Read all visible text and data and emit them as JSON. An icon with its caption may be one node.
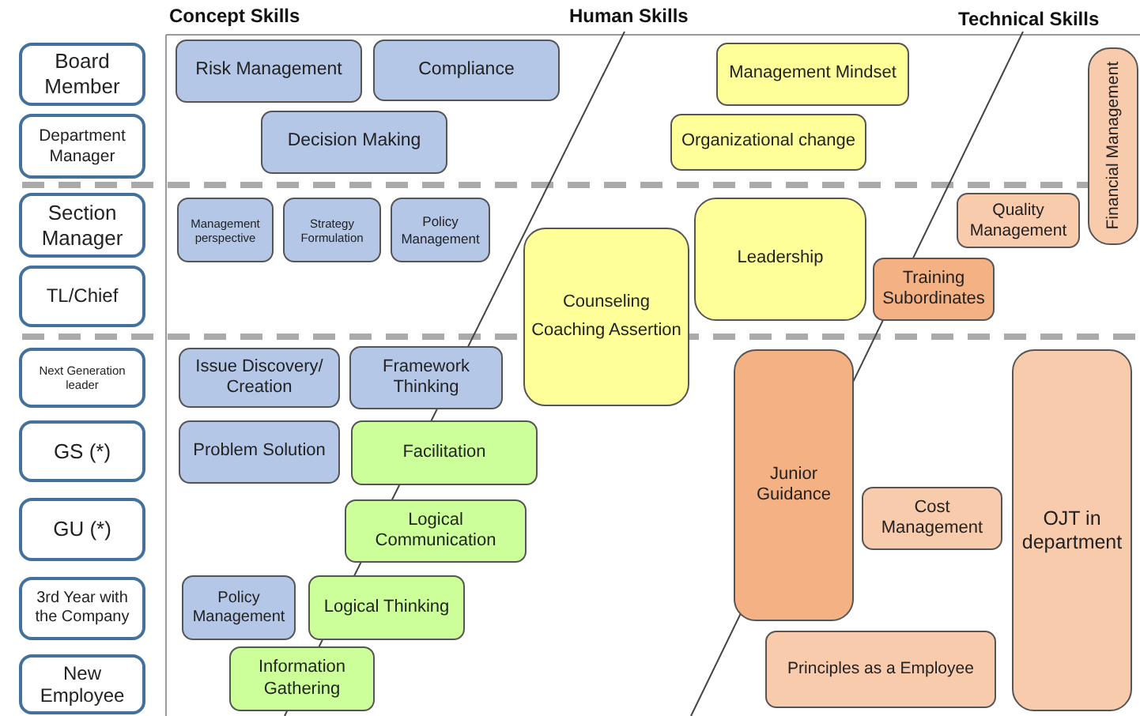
{
  "diagram": {
    "nodes": [
      {
        "text": [
          "Board Member"
        ]
      },
      {
        "text": [
          "Department Manager"
        ]
      },
      {
        "text": [
          "Section Manager"
        ]
      },
      {
        "text": [
          "TL/Chief"
        ]
      },
      {
        "text": [
          "Next Generation leader"
        ]
      },
      {
        "text": [
          "GS (*)"
        ]
      },
      {
        "text": [
          "GU (*)"
        ]
      },
      {
        "text": [
          "3rd Year with the Company"
        ]
      },
      {
        "text": [
          "New Employee"
        ]
      },
      {
        "text": [
          "Risk Management"
        ]
      },
      {
        "text": [
          "Compliance"
        ]
      },
      {
        "text": [
          "Management Mindset"
        ]
      },
      {
        "text": [
          "Financial Management"
        ]
      },
      {
        "text": [
          "Organizational change"
        ]
      },
      {
        "text": [
          "Decision Making"
        ]
      },
      {
        "text": [
          "Management perspective"
        ]
      },
      {
        "text": [
          "Strategy Formulation"
        ]
      },
      {
        "text": [
          "Policy Management"
        ]
      },
      {
        "text": [
          "Quality Management"
        ]
      },
      {
        "text": [
          "Leadership"
        ]
      },
      {
        "text": [
          "Counseling Coaching Assertion"
        ]
      },
      {
        "text": [
          "Training Subordinates"
        ]
      },
      {
        "text": [
          "Issue Discovery/ Creation"
        ]
      },
      {
        "text": [
          "Framework Thinking"
        ]
      },
      {
        "text": [
          "Junior Guidance"
        ]
      },
      {
        "text": [
          "Problem Solution"
        ]
      },
      {
        "text": [
          "Facilitation"
        ]
      },
      {
        "text": [
          "Cost Management"
        ]
      },
      {
        "text": [
          "OJT in department"
        ]
      },
      {
        "text": [
          "Logical Communication"
        ]
      },
      {
        "text": [
          "Policy Management"
        ]
      },
      {
        "text": [
          "Logical Thinking"
        ]
      },
      {
        "text": [
          "Principles as a Employee"
        ]
      },
      {
        "text": [
          "Information Gathering"
        ]
      }
    ],
    "labels": [
      "Concept Skills",
      "Human Skills",
      "Technical Skills"
    ]
  }
}
